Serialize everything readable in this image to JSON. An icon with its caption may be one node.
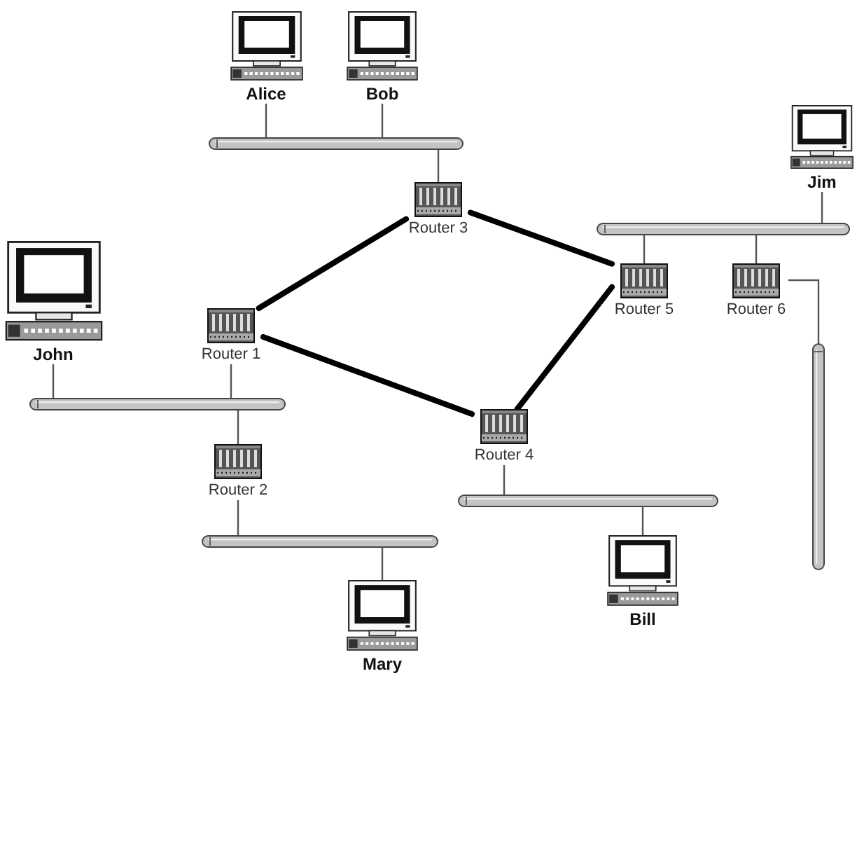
{
  "diagram": {
    "nodes": [
      {
        "text": [
          "Alice"
        ]
      },
      {
        "text": [
          "Bob"
        ]
      },
      {
        "text": [
          "Jim"
        ]
      },
      {
        "text": [],
        "shape": "bar"
      },
      {
        "text": [
          "Router 3"
        ]
      },
      {
        "text": [],
        "shape": "bar"
      },
      {
        "text": [
          "John"
        ]
      },
      {
        "text": [
          "Router 5"
        ]
      },
      {
        "text": [
          "Router 6"
        ]
      },
      {
        "text": [
          "Router 1"
        ]
      },
      {
        "text": [],
        "shape": "bar"
      },
      {
        "text": [],
        "shape": "bar"
      },
      {
        "text": [
          "Router 4"
        ]
      },
      {
        "text": [
          "Router 2"
        ]
      },
      {
        "text": [],
        "shape": "bar"
      },
      {
        "text": [],
        "shape": "bar"
      },
      {
        "text": [
          "Bill"
        ]
      },
      {
        "text": [
          "Mary"
        ]
      }
    ],
    "edges": [
      {
        "from": 0,
        "to": 3,
        "arrow": "none"
      },
      {
        "from": 1,
        "to": 3,
        "arrow": "none"
      },
      {
        "from": 3,
        "to": 4,
        "arrow": "none"
      },
      {
        "from": 2,
        "to": 5,
        "arrow": "none"
      },
      {
        "from": 5,
        "to": 7,
        "arrow": "none"
      },
      {
        "from": 5,
        "to": 8,
        "arrow": "none"
      },
      {
        "from": 8,
        "to": 10,
        "arrow": "none"
      },
      {
        "from": 4,
        "to": 7,
        "arrow": "none",
        "style": "thick"
      },
      {
        "from": 4,
        "to": 9,
        "arrow": "none",
        "style": "thick"
      },
      {
        "from": 9,
        "to": 12,
        "arrow": "none",
        "style": "thick"
      },
      {
        "from": 12,
        "to": 7,
        "arrow": "none",
        "style": "thick"
      },
      {
        "from": 6,
        "to": 11,
        "arrow": "none"
      },
      {
        "from": 9,
        "to": 11,
        "arrow": "none"
      },
      {
        "from": 11,
        "to": 13,
        "arrow": "none"
      },
      {
        "from": 13,
        "to": 15,
        "arrow": "none"
      },
      {
        "from": 15,
        "to": 17,
        "arrow": "none"
      },
      {
        "from": 12,
        "to": 14,
        "arrow": "none"
      },
      {
        "from": 14,
        "to": 16,
        "arrow": "none"
      }
    ]
  }
}
